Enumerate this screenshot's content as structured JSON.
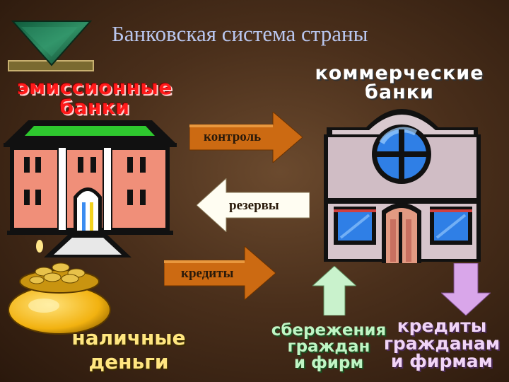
{
  "slide": {
    "title": "Банковская система страны"
  },
  "labels": {
    "emission_banks": [
      "эмиссионные",
      "банки"
    ],
    "commercial_banks": [
      "коммерческие",
      "банки"
    ],
    "cash": [
      "наличные",
      "деньги"
    ],
    "savings": [
      "сбережения",
      "граждан",
      "и фирм"
    ],
    "loans_to_people": [
      "кредиты",
      "гражданам",
      "и фирмам"
    ]
  },
  "arrows": {
    "control": "контроль",
    "reserves": "резервы",
    "credits": "кредиты"
  },
  "colors": {
    "title": "#b9c6ee",
    "control_arrow": "#cc6a12",
    "reserves_arrow": "#fffdf2",
    "credits_arrow": "#cc6a12",
    "savings_arrow": "#c9f2cc",
    "loans_arrow": "#d9a6ea"
  }
}
